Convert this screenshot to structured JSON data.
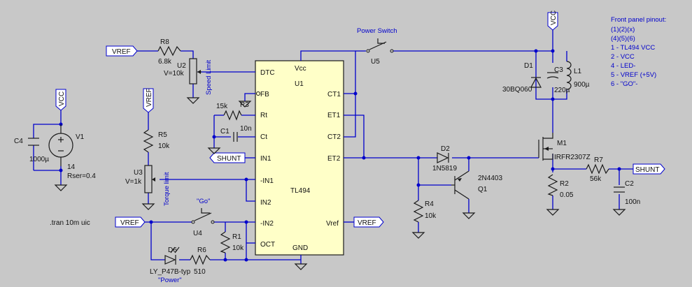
{
  "colors": {
    "background": "#c8c8c8",
    "wire": "#0000cc",
    "component": "#1a1a1a",
    "ic_fill": "#ffffc8"
  },
  "ic": {
    "name": "U1",
    "part": "TL494",
    "pins_left": [
      "DTC",
      "FB",
      "Rt",
      "Ct",
      "IN1",
      "-IN1",
      "IN2",
      "-IN2",
      "OCT"
    ],
    "pins_right": [
      "CT1",
      "ET1",
      "CT2",
      "ET2",
      "Vref"
    ],
    "pin_top": "Vcc",
    "pin_bottom": "GND"
  },
  "labels": {
    "vref": "VREF",
    "vcc": "VCC",
    "shunt": "SHUNT",
    "r8": "R8",
    "r8_val": "6.8k",
    "u2": "U2",
    "u2_val": "V=10k",
    "speed_limit": "Speed Limit",
    "r3": "R3",
    "r3_val": "15k",
    "c1": "C1",
    "c1_val": "10n",
    "r5": "R5",
    "r5_val": "10k",
    "u3": "U3",
    "u3_val": "V=1k",
    "torque_limit": "Torque limit",
    "go_label": "\"Go\"",
    "u4": "U4",
    "r1": "R1",
    "r1_val": "10k",
    "d6": "D6",
    "d6_part": "LY_P47B-typ",
    "r6": "R6",
    "r6_val": "510",
    "power_label": "\"Power\"",
    "tran": ".tran 10m uic",
    "c4": "C4",
    "c4_val": "1000µ",
    "v1": "V1",
    "v1_val": "14",
    "v1_rser": "Rser=0.4",
    "power_switch": "Power Switch",
    "u5": "U5",
    "d1": "D1",
    "d1_part": "30BQ060",
    "c3": "C3",
    "c3_val": "220µ",
    "l1": "L1",
    "l1_val": "900µ",
    "d2": "D2",
    "d2_part": "1N5819",
    "q1": "Q1",
    "q1_part": "2N4403",
    "r4": "R4",
    "r4_val": "10k",
    "m1": "M1",
    "m1_part": "IRFR2307Z",
    "r2": "R2",
    "r2_val": "0.05",
    "r7": "R7",
    "r7_val": "56k",
    "c2": "C2",
    "c2_val": "100n"
  },
  "front_panel": {
    "title": "Front panel pinout:",
    "lines": [
      "(1)(2)(x)",
      "(4)(5)(6)",
      "1 - TL494 VCC",
      "2 - VCC",
      "4 - LED-",
      "5 - VREF (+5V)",
      "6 - \"GO\"-"
    ]
  }
}
